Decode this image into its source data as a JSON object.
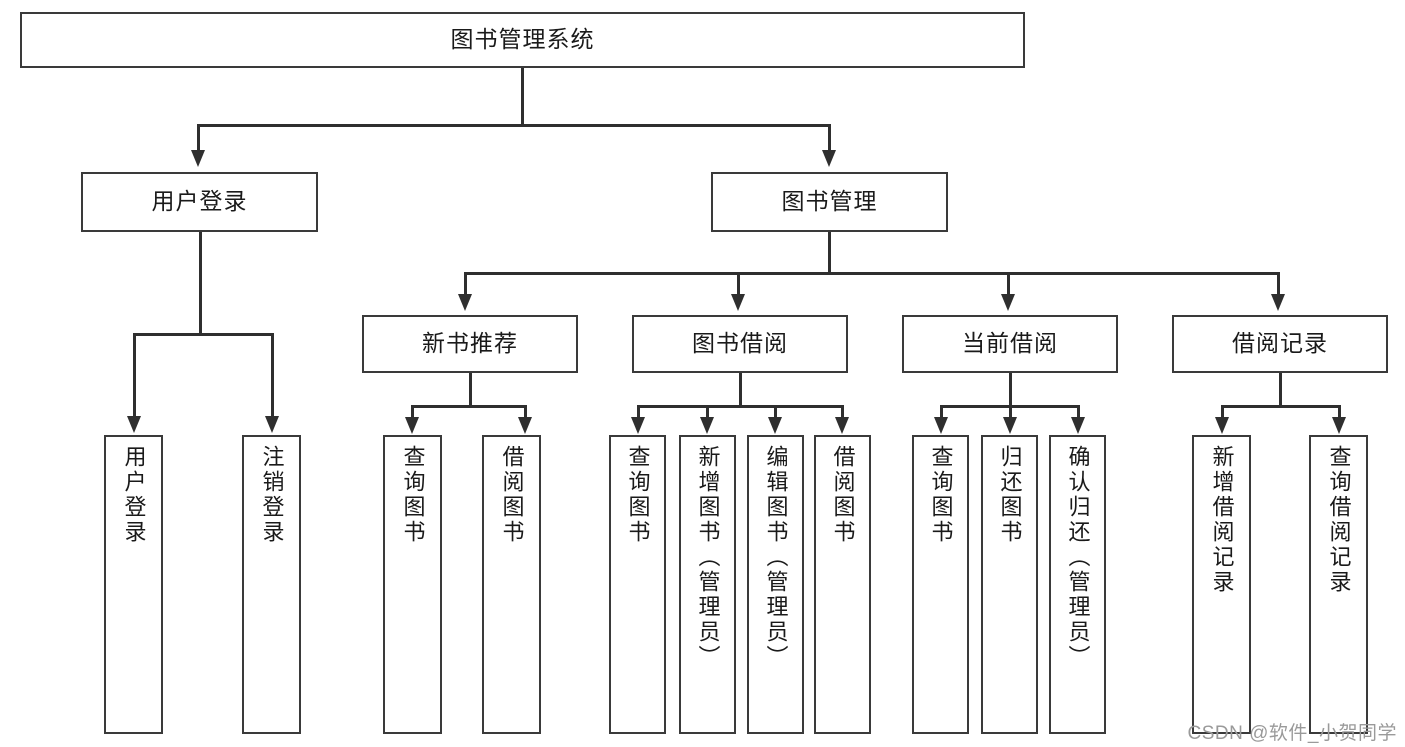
{
  "diagram": {
    "title": "图书管理系统",
    "type": "tree",
    "watermark": "CSDN @软件_小贺同学",
    "colors": {
      "box_border": "#3a3a3a",
      "connector": "#2f2f2f",
      "background": "#ffffff",
      "text": "#1a1a1a",
      "watermark": "#9a9a9a"
    },
    "root": {
      "label": "图书管理系统"
    },
    "level2": [
      {
        "label": "用户登录"
      },
      {
        "label": "图书管理"
      }
    ],
    "level3": [
      {
        "label": "新书推荐"
      },
      {
        "label": "图书借阅"
      },
      {
        "label": "当前借阅"
      },
      {
        "label": "借阅记录"
      }
    ],
    "leaves": [
      {
        "label": "用户登录"
      },
      {
        "label": "注销登录"
      },
      {
        "label": "查询图书"
      },
      {
        "label": "借阅图书"
      },
      {
        "label": "查询图书"
      },
      {
        "label": "新增图书（管理员）"
      },
      {
        "label": "编辑图书（管理员）"
      },
      {
        "label": "借阅图书"
      },
      {
        "label": "查询图书"
      },
      {
        "label": "归还图书"
      },
      {
        "label": "确认归还（管理员）"
      },
      {
        "label": "新增借阅记录"
      },
      {
        "label": "查询借阅记录"
      }
    ]
  }
}
